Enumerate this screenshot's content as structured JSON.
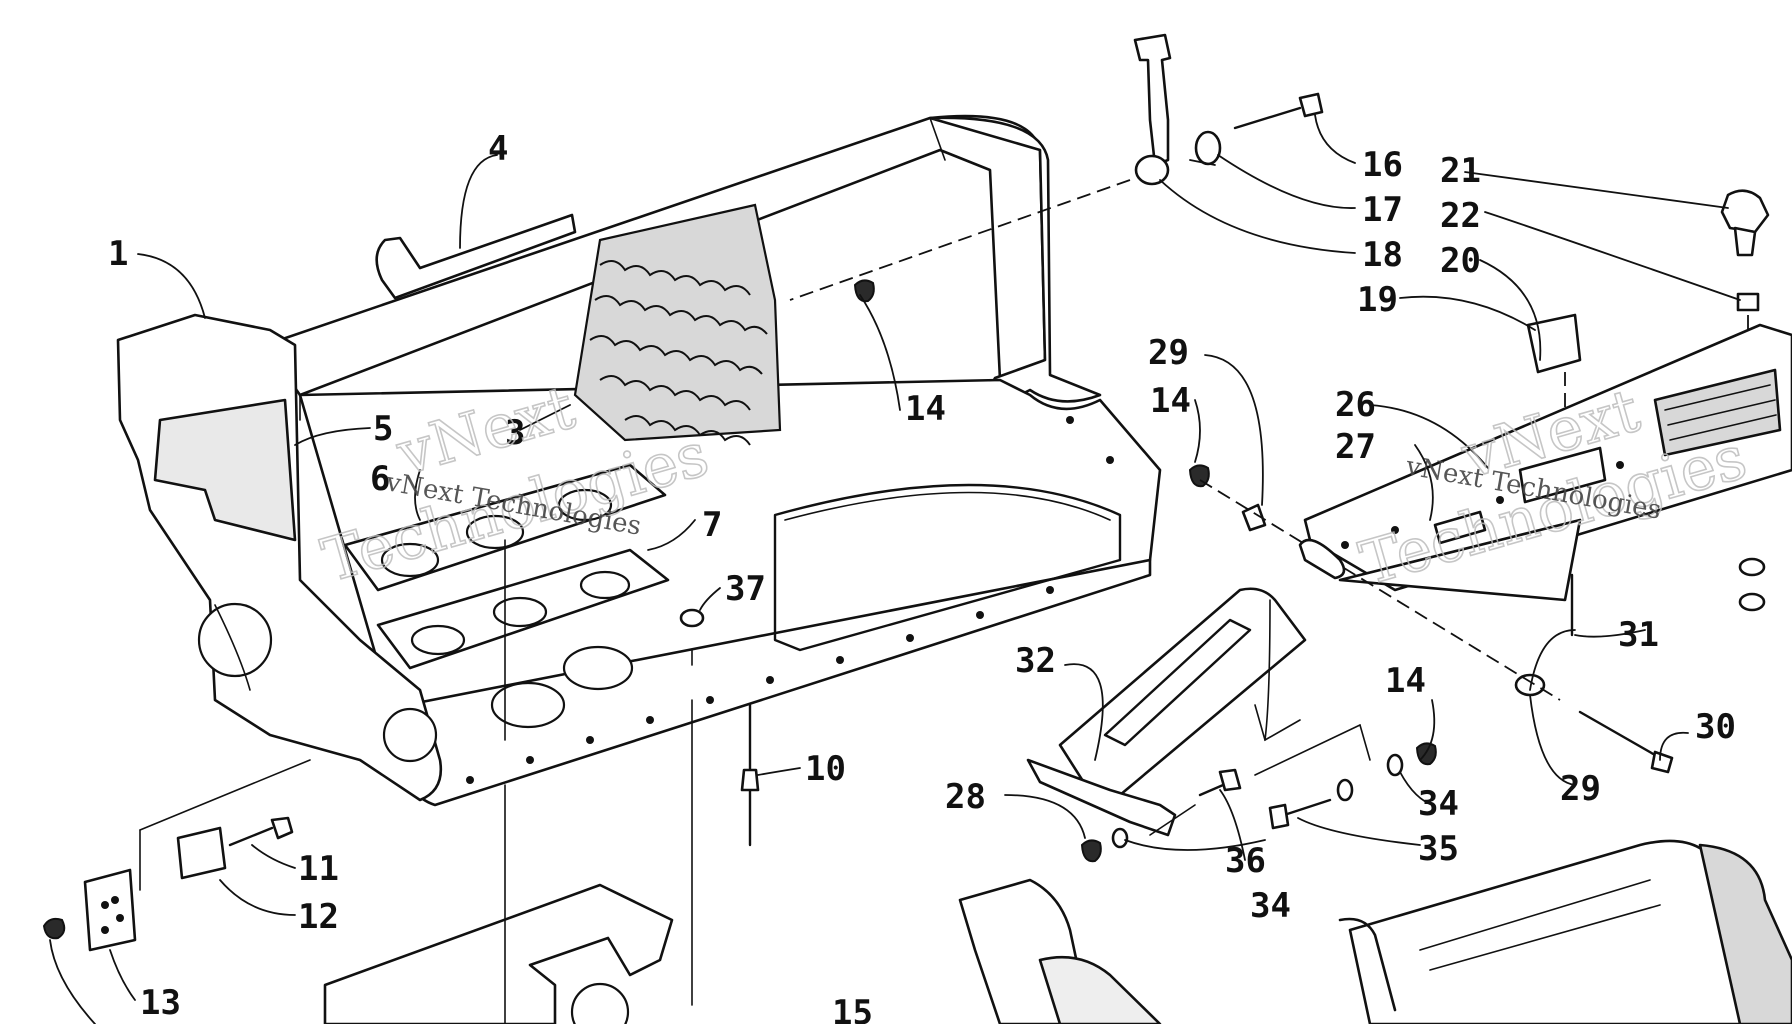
{
  "diagram": {
    "callouts": [
      {
        "id": "c1",
        "label": "1"
      },
      {
        "id": "c3",
        "label": "3"
      },
      {
        "id": "c4",
        "label": "4"
      },
      {
        "id": "c5",
        "label": "5"
      },
      {
        "id": "c6",
        "label": "6"
      },
      {
        "id": "c7",
        "label": "7"
      },
      {
        "id": "c10",
        "label": "10"
      },
      {
        "id": "c11",
        "label": "11"
      },
      {
        "id": "c12",
        "label": "12"
      },
      {
        "id": "c13",
        "label": "13"
      },
      {
        "id": "c14a",
        "label": "14"
      },
      {
        "id": "c14b",
        "label": "14"
      },
      {
        "id": "c14c",
        "label": "14"
      },
      {
        "id": "c15",
        "label": "15"
      },
      {
        "id": "c16",
        "label": "16"
      },
      {
        "id": "c17",
        "label": "17"
      },
      {
        "id": "c18",
        "label": "18"
      },
      {
        "id": "c19",
        "label": "19"
      },
      {
        "id": "c20",
        "label": "20"
      },
      {
        "id": "c21",
        "label": "21"
      },
      {
        "id": "c22",
        "label": "22"
      },
      {
        "id": "c26",
        "label": "26"
      },
      {
        "id": "c27",
        "label": "27"
      },
      {
        "id": "c28",
        "label": "28"
      },
      {
        "id": "c29a",
        "label": "29"
      },
      {
        "id": "c29b",
        "label": "29"
      },
      {
        "id": "c30",
        "label": "30"
      },
      {
        "id": "c31",
        "label": "31"
      },
      {
        "id": "c32",
        "label": "32"
      },
      {
        "id": "c34a",
        "label": "34"
      },
      {
        "id": "c34b",
        "label": "34"
      },
      {
        "id": "c35",
        "label": "35"
      },
      {
        "id": "c36",
        "label": "36"
      },
      {
        "id": "c37",
        "label": "37"
      }
    ],
    "watermark": {
      "big_1": "vNext",
      "big_2": "Technologies",
      "small": "vNext Technologies"
    }
  }
}
